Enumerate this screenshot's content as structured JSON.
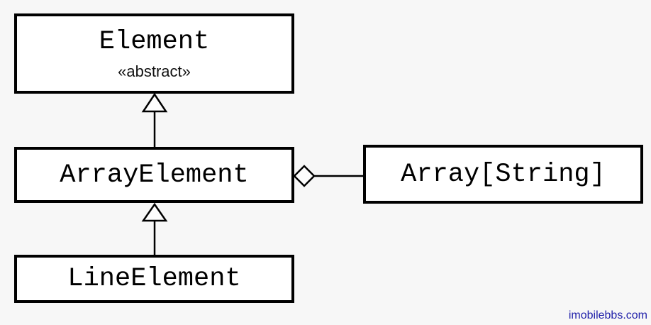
{
  "diagram": {
    "type": "uml-class-diagram",
    "background_color": "#f7f7f7",
    "box_fill_color": "#ffffff",
    "box_border_color": "#000000",
    "classes": [
      {
        "name": "Element",
        "stereotype": "«abstract»"
      },
      {
        "name": "ArrayElement"
      },
      {
        "name": "Array[String]"
      },
      {
        "name": "LineElement"
      }
    ],
    "relations": [
      {
        "type": "generalization",
        "from": "ArrayElement",
        "to": "Element",
        "marker": "hollow-triangle"
      },
      {
        "type": "generalization",
        "from": "LineElement",
        "to": "ArrayElement",
        "marker": "hollow-triangle"
      },
      {
        "type": "aggregation",
        "from": "ArrayElement",
        "to": "Array[String]",
        "marker": "hollow-diamond"
      }
    ],
    "watermark": {
      "text": "imobilebbs.com",
      "color": "#2222aa"
    }
  }
}
